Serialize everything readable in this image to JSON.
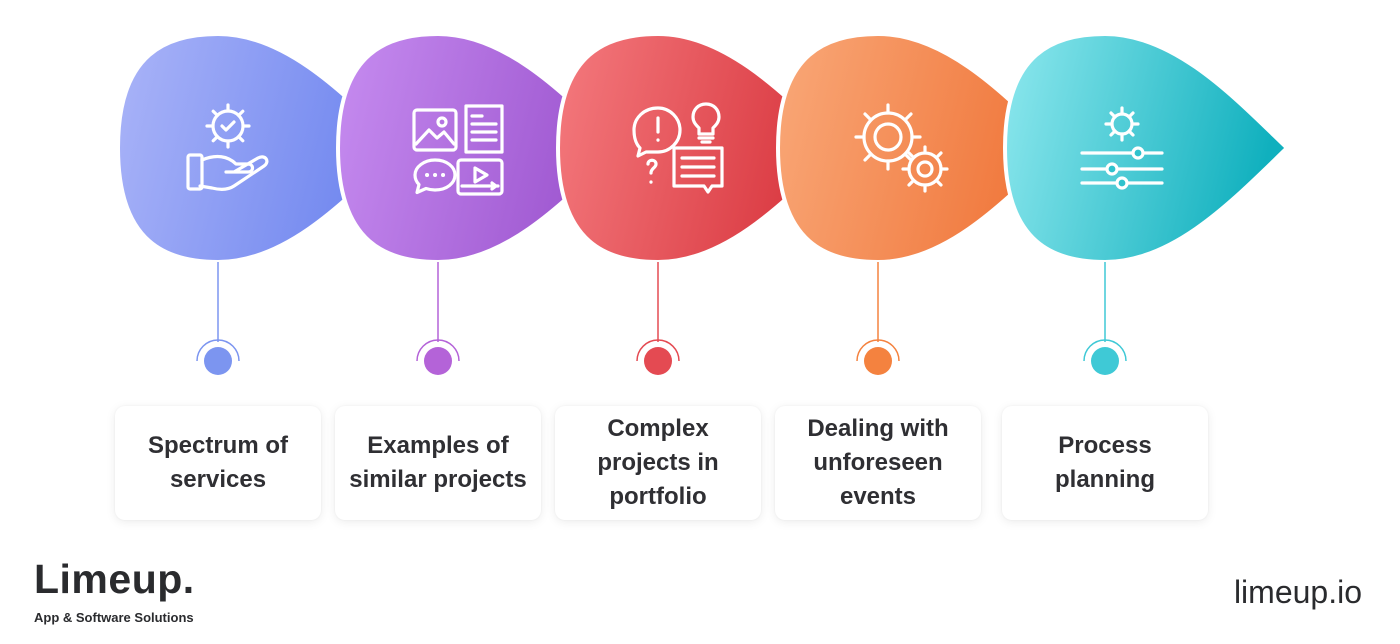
{
  "steps": [
    {
      "label": "Spectrum of services",
      "icon": "hand-gear-icon",
      "color_light": "#aab4f8",
      "color_dark": "#6f86ef",
      "dot": "#7c95f0"
    },
    {
      "label": "Examples of similar projects",
      "icon": "media-gallery-icon",
      "color_light": "#c68cf0",
      "color_dark": "#9d55cf",
      "dot": "#b463d8"
    },
    {
      "label": "Complex projects in portfolio",
      "icon": "ideas-chat-icon",
      "color_light": "#f47a7e",
      "color_dark": "#d9373f",
      "dot": "#e44a52"
    },
    {
      "label": "Dealing with unforeseen events",
      "icon": "gears-icon",
      "color_light": "#f9a878",
      "color_dark": "#f0763a",
      "dot": "#f4823f"
    },
    {
      "label": "Process planning",
      "icon": "settings-sliders-icon",
      "color_light": "#8ee8ee",
      "color_dark": "#10b0be",
      "dot": "#3fc9d6"
    }
  ],
  "brand": {
    "name": "Limeup.",
    "tagline": "App & Software Solutions"
  },
  "website": "limeup.io"
}
